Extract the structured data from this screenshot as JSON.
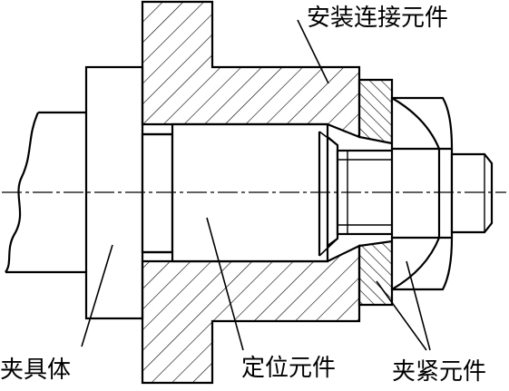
{
  "labels": {
    "mounting_element": "安装连接元件",
    "fixture_body": "夹具体",
    "locating_element": "定位元件",
    "clamping_element": "夹紧元件"
  }
}
